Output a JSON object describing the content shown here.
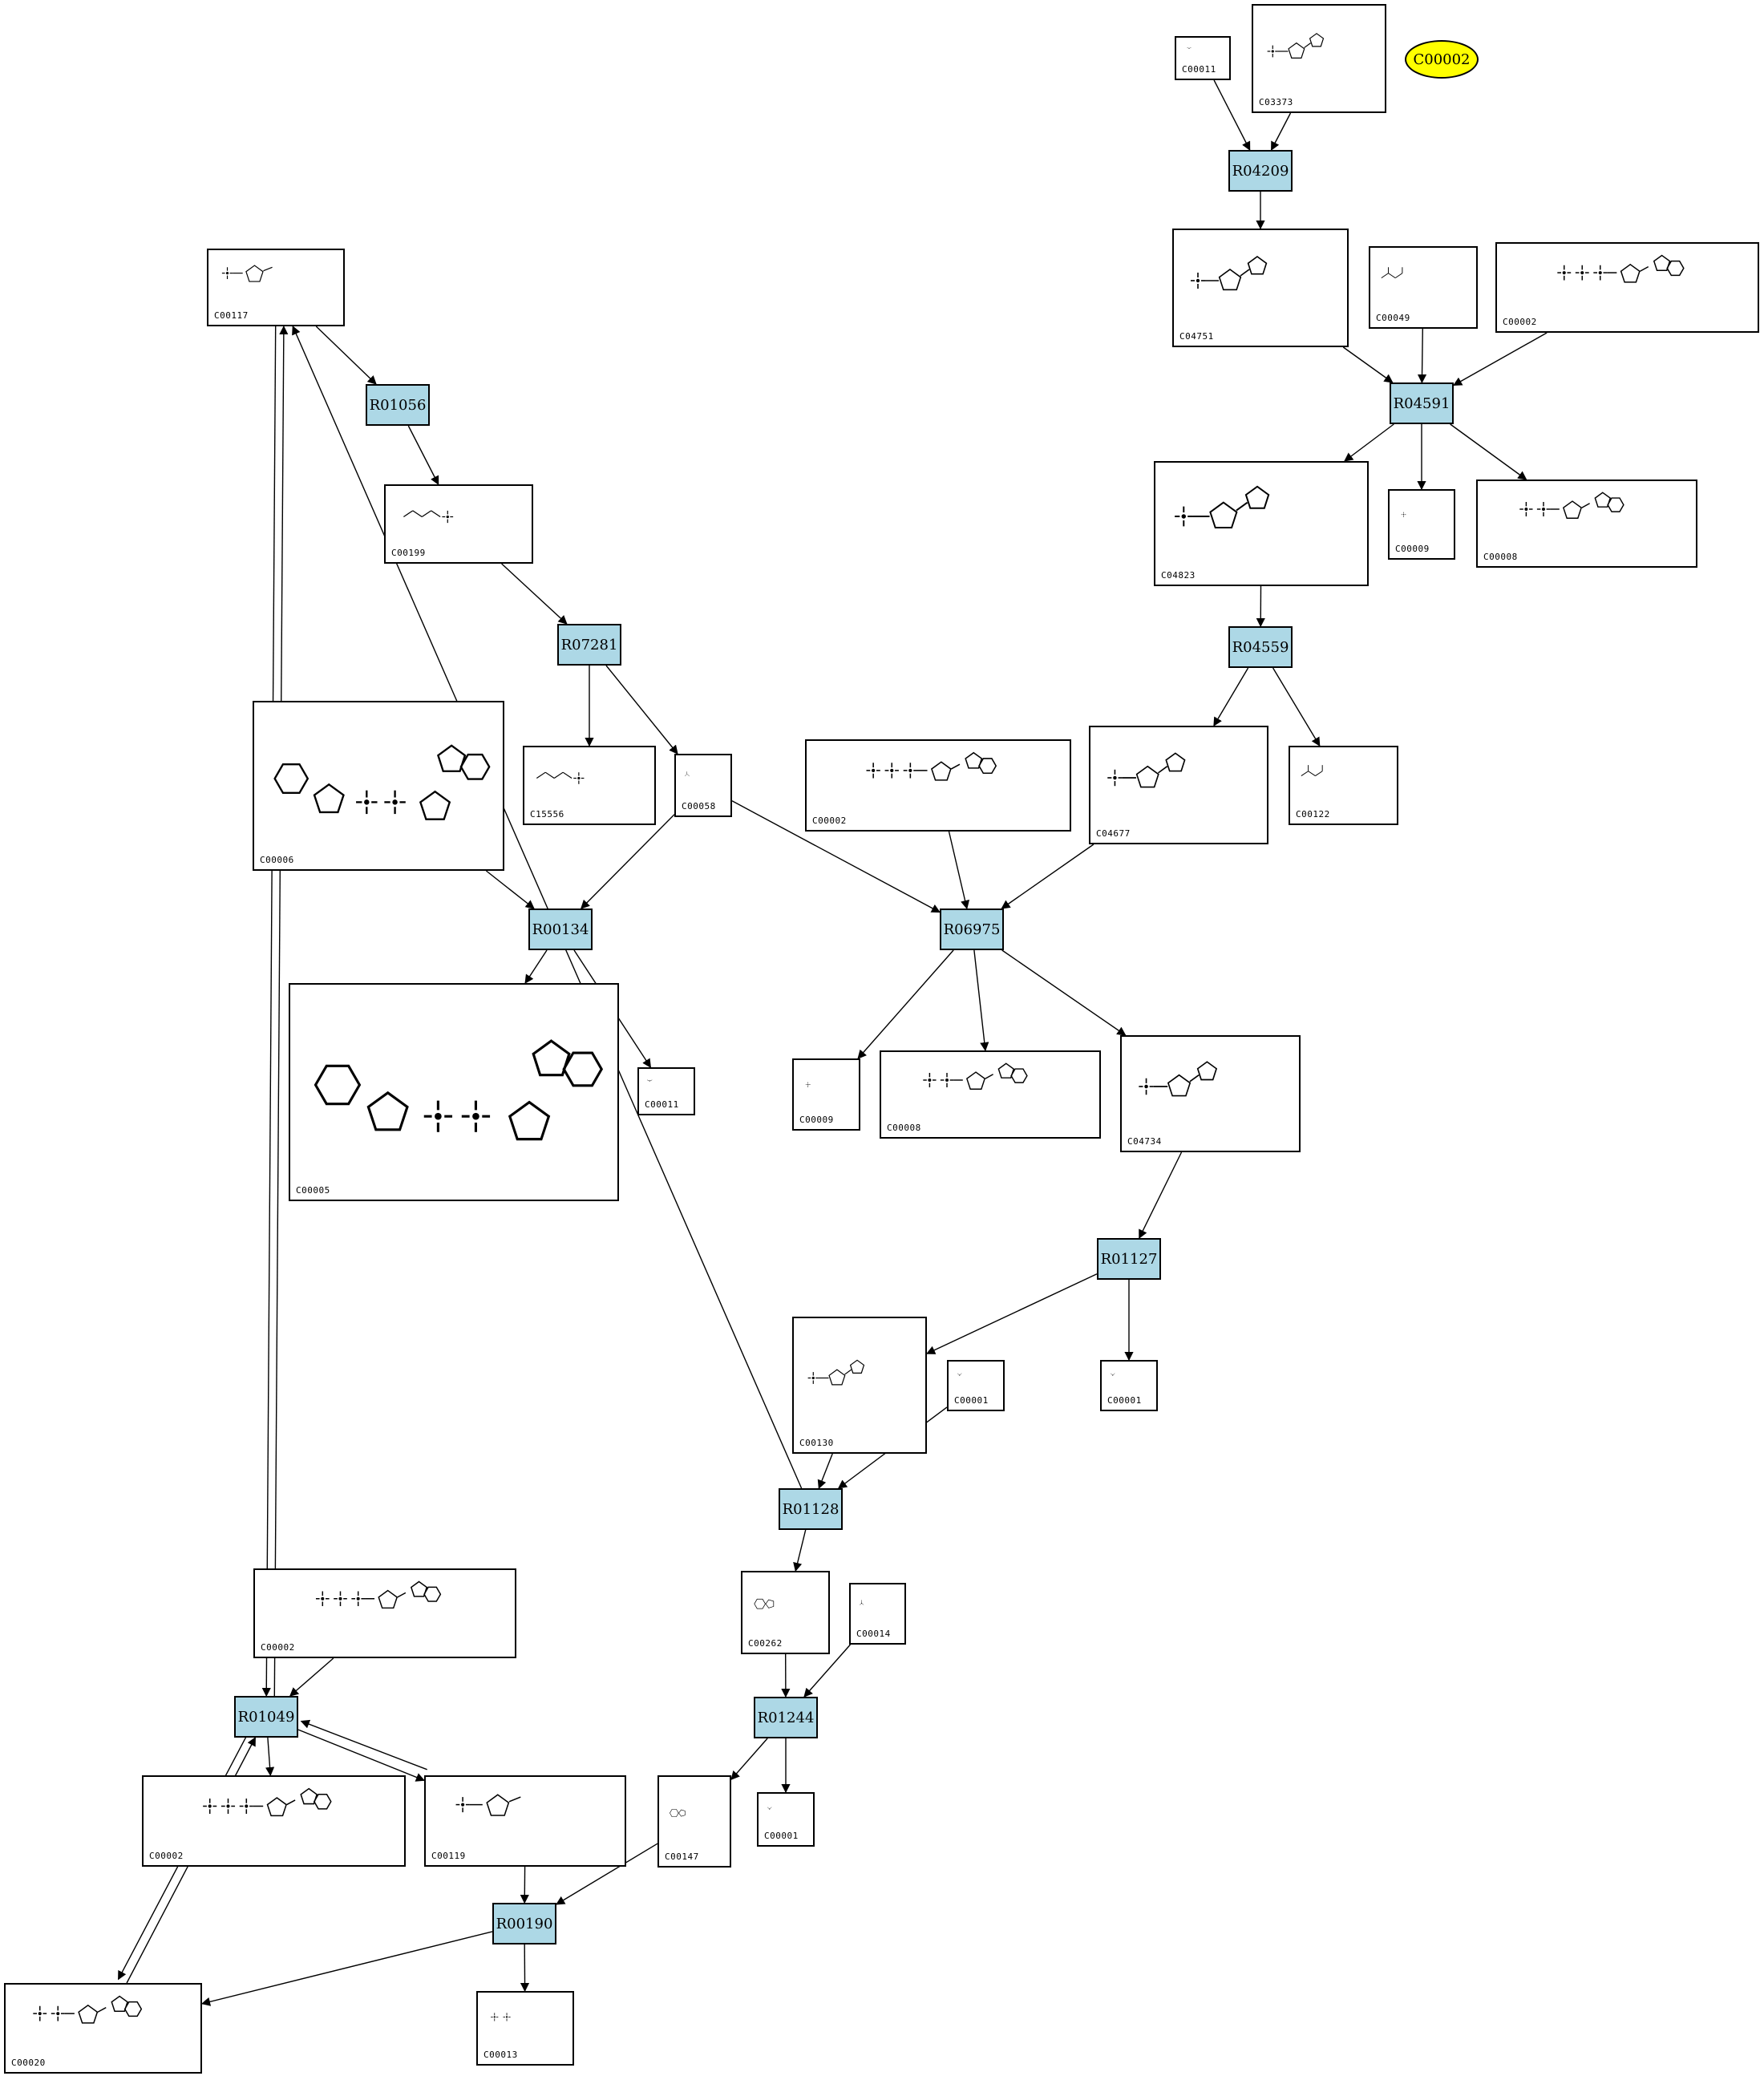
{
  "target": {
    "label": "C00002"
  },
  "reactions": [
    {
      "key": "R04209",
      "label": "R04209"
    },
    {
      "key": "R04591",
      "label": "R04591"
    },
    {
      "key": "R04559",
      "label": "R04559"
    },
    {
      "key": "R01056",
      "label": "R01056"
    },
    {
      "key": "R07281",
      "label": "R07281"
    },
    {
      "key": "R00134",
      "label": "R00134"
    },
    {
      "key": "R06975",
      "label": "R06975"
    },
    {
      "key": "R01127",
      "label": "R01127"
    },
    {
      "key": "R01128",
      "label": "R01128"
    },
    {
      "key": "R01244",
      "label": "R01244"
    },
    {
      "key": "R01049",
      "label": "R01049"
    },
    {
      "key": "R00190",
      "label": "R00190"
    }
  ],
  "compounds": [
    {
      "key": "c_C00011_top",
      "id": "C00011",
      "structure": "co2"
    },
    {
      "key": "c_C03373",
      "id": "C03373",
      "structure": "nucleotide"
    },
    {
      "key": "c_C04751",
      "id": "C04751",
      "structure": "nucleotide"
    },
    {
      "key": "c_C00049",
      "id": "C00049",
      "structure": "acid"
    },
    {
      "key": "c_C00002_top",
      "id": "C00002",
      "structure": "atp"
    },
    {
      "key": "c_C04823",
      "id": "C04823",
      "structure": "nucleotide"
    },
    {
      "key": "c_C00009_top",
      "id": "C00009",
      "structure": "phosphate"
    },
    {
      "key": "c_C00008_top",
      "id": "C00008",
      "structure": "adp"
    },
    {
      "key": "c_C00117",
      "id": "C00117",
      "structure": "sugarp"
    },
    {
      "key": "c_C00199",
      "id": "C00199",
      "structure": "chain"
    },
    {
      "key": "c_C04677",
      "id": "C04677",
      "structure": "nucleotide"
    },
    {
      "key": "c_C00122",
      "id": "C00122",
      "structure": "acid"
    },
    {
      "key": "c_C00006",
      "id": "C00006",
      "structure": "nad"
    },
    {
      "key": "c_C15556",
      "id": "C15556",
      "structure": "chain"
    },
    {
      "key": "c_C00058",
      "id": "C00058",
      "structure": "formate"
    },
    {
      "key": "c_C00002_mid",
      "id": "C00002",
      "structure": "atp"
    },
    {
      "key": "c_C00005",
      "id": "C00005",
      "structure": "nad"
    },
    {
      "key": "c_C00011_mid",
      "id": "C00011",
      "structure": "co2"
    },
    {
      "key": "c_C00009_mid",
      "id": "C00009",
      "structure": "phosphate"
    },
    {
      "key": "c_C00008_mid",
      "id": "C00008",
      "structure": "adp"
    },
    {
      "key": "c_C04734",
      "id": "C04734",
      "structure": "nucleotide"
    },
    {
      "key": "c_C00130",
      "id": "C00130",
      "structure": "nucleotide"
    },
    {
      "key": "c_C00001_a",
      "id": "C00001",
      "structure": "water"
    },
    {
      "key": "c_C00001_b",
      "id": "C00001",
      "structure": "water"
    },
    {
      "key": "c_C00262",
      "id": "C00262",
      "structure": "base"
    },
    {
      "key": "c_C00014",
      "id": "C00014",
      "structure": "ammonia"
    },
    {
      "key": "c_C00002_low",
      "id": "C00002",
      "structure": "atp"
    },
    {
      "key": "c_C00147",
      "id": "C00147",
      "structure": "base"
    },
    {
      "key": "c_C00001_c",
      "id": "C00001",
      "structure": "water"
    },
    {
      "key": "c_C00002_bot",
      "id": "C00002",
      "structure": "atp"
    },
    {
      "key": "c_C00119",
      "id": "C00119",
      "structure": "sugarp"
    },
    {
      "key": "c_C00020",
      "id": "C00020",
      "structure": "adp"
    },
    {
      "key": "c_C00013",
      "id": "C00013",
      "structure": "pyro"
    }
  ],
  "edges": [
    {
      "from": "c_C00011_top",
      "to": "R04209"
    },
    {
      "from": "c_C03373",
      "to": "R04209"
    },
    {
      "from": "R04209",
      "to": "c_C04751"
    },
    {
      "from": "c_C04751",
      "to": "R04591"
    },
    {
      "from": "c_C00049",
      "to": "R04591"
    },
    {
      "from": "c_C00002_top",
      "to": "R04591"
    },
    {
      "from": "R04591",
      "to": "c_C04823"
    },
    {
      "from": "R04591",
      "to": "c_C00009_top"
    },
    {
      "from": "R04591",
      "to": "c_C00008_top"
    },
    {
      "from": "c_C04823",
      "to": "R04559"
    },
    {
      "from": "R04559",
      "to": "c_C04677"
    },
    {
      "from": "R04559",
      "to": "c_C00122"
    },
    {
      "from": "c_C00117",
      "to": "R01056"
    },
    {
      "from": "R01056",
      "to": "c_C00199"
    },
    {
      "from": "c_C00199",
      "to": "R07281"
    },
    {
      "from": "R07281",
      "to": "c_C15556"
    },
    {
      "from": "R07281",
      "to": "c_C00058"
    },
    {
      "from": "c_C00006",
      "to": "R00134"
    },
    {
      "from": "c_C00058",
      "to": "R00134"
    },
    {
      "from": "R00134",
      "to": "c_C00005"
    },
    {
      "from": "R00134",
      "to": "c_C00011_mid"
    },
    {
      "from": "c_C00058",
      "to": "R06975"
    },
    {
      "from": "c_C00002_mid",
      "to": "R06975"
    },
    {
      "from": "c_C04677",
      "to": "R06975"
    },
    {
      "from": "R06975",
      "to": "c_C00009_mid"
    },
    {
      "from": "R06975",
      "to": "c_C00008_mid"
    },
    {
      "from": "R06975",
      "to": "c_C04734"
    },
    {
      "from": "c_C04734",
      "to": "R01127"
    },
    {
      "from": "R01127",
      "to": "c_C00130"
    },
    {
      "from": "R01127",
      "to": "c_C00001_b"
    },
    {
      "from": "c_C00130",
      "to": "R01128"
    },
    {
      "from": "c_C00001_a",
      "to": "R01128"
    },
    {
      "from": "R01128",
      "to": "c_C00117"
    },
    {
      "from": "R01128",
      "to": "c_C00262"
    },
    {
      "from": "c_C00262",
      "to": "R01244"
    },
    {
      "from": "c_C00014",
      "to": "R01244"
    },
    {
      "from": "R01244",
      "to": "c_C00147"
    },
    {
      "from": "R01244",
      "to": "c_C00001_c"
    },
    {
      "from": "c_C00117",
      "to": "R01049"
    },
    {
      "from": "R01049",
      "to": "c_C00117"
    },
    {
      "from": "c_C00002_low",
      "to": "R01049"
    },
    {
      "from": "R01049",
      "to": "c_C00002_bot"
    },
    {
      "from": "R01049",
      "to": "c_C00119"
    },
    {
      "from": "c_C00119",
      "to": "R01049"
    },
    {
      "from": "c_C00020",
      "to": "R01049"
    },
    {
      "from": "R01049",
      "to": "c_C00020"
    },
    {
      "from": "c_C00119",
      "to": "R00190"
    },
    {
      "from": "c_C00147",
      "to": "R00190"
    },
    {
      "from": "R00190",
      "to": "c_C00020"
    },
    {
      "from": "R00190",
      "to": "c_C00013"
    }
  ]
}
